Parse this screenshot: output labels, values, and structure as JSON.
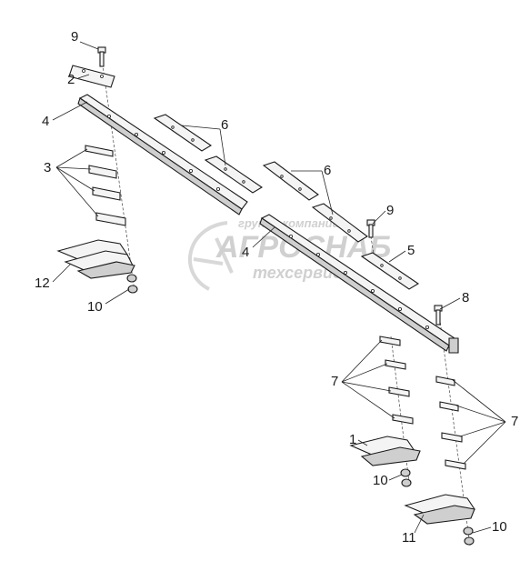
{
  "callouts": {
    "c9a": "9",
    "c2": "2",
    "c4a": "4",
    "c3": "3",
    "c12": "12",
    "c10a": "10",
    "c6a": "6",
    "c6b": "6",
    "c9b": "9",
    "c4b": "4",
    "c5": "5",
    "c8": "8",
    "c7a": "7",
    "c7b": "7",
    "c1": "1",
    "c10b": "10",
    "c11": "11",
    "c10c": "10"
  },
  "watermark": {
    "line1": "группа компаний",
    "line2": "АГРОСНАБ",
    "line3": "техсервис"
  }
}
